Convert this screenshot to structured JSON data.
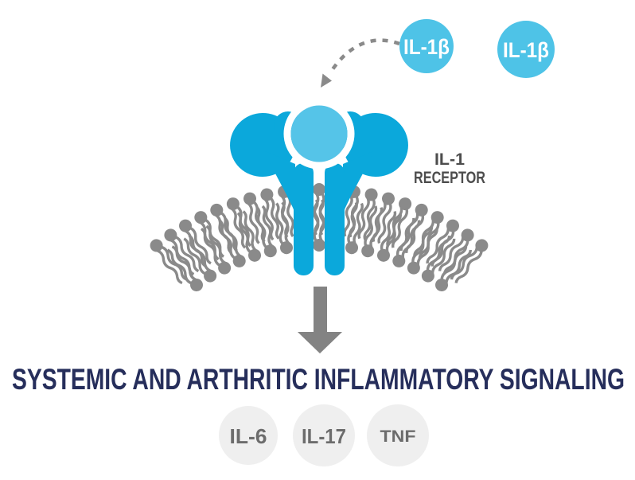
{
  "diagram": {
    "ligand_molecules": [
      {
        "label": "IL-1β"
      },
      {
        "label": "IL-1β"
      }
    ],
    "receptor": {
      "label_line1": "IL-1",
      "label_line2": "RECEPTOR"
    },
    "headline": "SYSTEMIC AND ARTHRITIC INFLAMMATORY SIGNALING",
    "cytokines": [
      {
        "label": "IL-6"
      },
      {
        "label": "IL-17"
      },
      {
        "label": "TNF"
      }
    ],
    "colors": {
      "receptor_cyan": "#0BA8DB",
      "ligand_cyan": "#4EC3E7",
      "ligand_ball_blue": "#55C4E8",
      "membrane_gray": "#8A8A8A",
      "arrow_gray": "#838383",
      "dashed_arrow_gray": "#8A8A8A",
      "headline_navy": "#262E5B",
      "receptor_label_gray": "#4D4D4D",
      "cytokine_circle_bg": "#EFEFEF",
      "cytokine_text_gray": "#6C6C6C"
    }
  }
}
